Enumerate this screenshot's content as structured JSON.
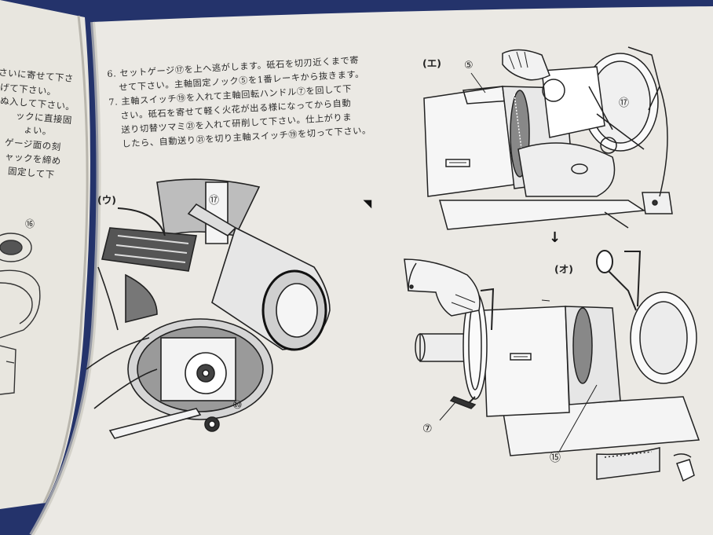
{
  "left_page": {
    "lines": [
      "さいに寄せて下さ",
      "げて下さい。",
      "ぬ入して下さい。",
      "ックに直接固",
      "ょい。",
      "ゲージ面の刻",
      "ャックを締め",
      "固定して下"
    ],
    "callout": "⑯"
  },
  "instructions": {
    "lines": [
      "6. セットゲージ⑰を上へ逃がします。砥石を切刃近くまで寄",
      "せて下さい。主軸固定ノック⑤を1番レーキから抜きます。",
      "7. 主軸スイッチ⑲を入れて主軸回転ハンドル⑦を回して下",
      "さい。砥石を寄せて軽く火花が出る様になってから自動",
      "送り切替ツマミ㉑を入れて研削して下さい。仕上がりま",
      "したら、自動送り㉑を切り主軸スイッチ⑲を切って下さい。"
    ]
  },
  "figures": {
    "u": {
      "label": "(ウ)",
      "callout_top": "⑰",
      "callout_bottom": "⑩"
    },
    "e": {
      "label": "(エ)",
      "callout_left": "⑤",
      "callout_right": "⑰"
    },
    "o": {
      "label": "(オ)",
      "callout_handle": "⑦",
      "callout_bottom": "⑮"
    }
  },
  "arrows": {
    "diagonal": "◢",
    "down": "↓"
  }
}
